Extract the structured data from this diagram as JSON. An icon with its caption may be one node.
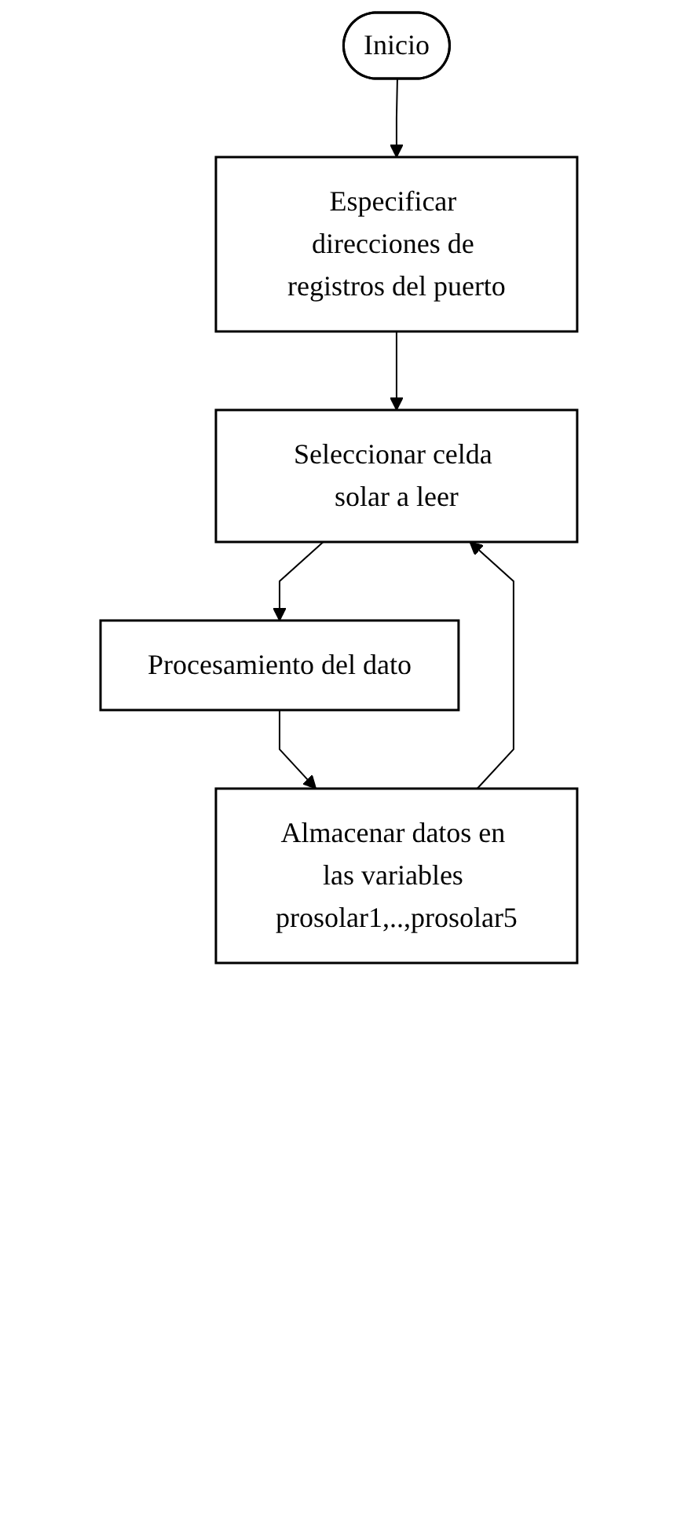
{
  "diagram": {
    "nodes": [
      {
        "text": [
          "Inicio"
        ]
      },
      {
        "text": [
          "Especificar direcciones de registros del puerto"
        ]
      },
      {
        "text": [
          "Seleccionar celda solar a leer"
        ]
      },
      {
        "text": [
          "Procesamiento del dato"
        ]
      },
      {
        "text": [
          "Almacenar datos en las variables prosolar1,..,prosolar5"
        ]
      }
    ],
    "edges": [
      {
        "from": 0,
        "to": 1,
        "arrow": "to"
      },
      {
        "from": 1,
        "to": 2,
        "arrow": "to"
      },
      {
        "from": 2,
        "to": 3,
        "arrow": "to"
      },
      {
        "from": 3,
        "to": 4,
        "arrow": "to"
      },
      {
        "from": 4,
        "to": 2,
        "arrow": "to"
      }
    ]
  }
}
